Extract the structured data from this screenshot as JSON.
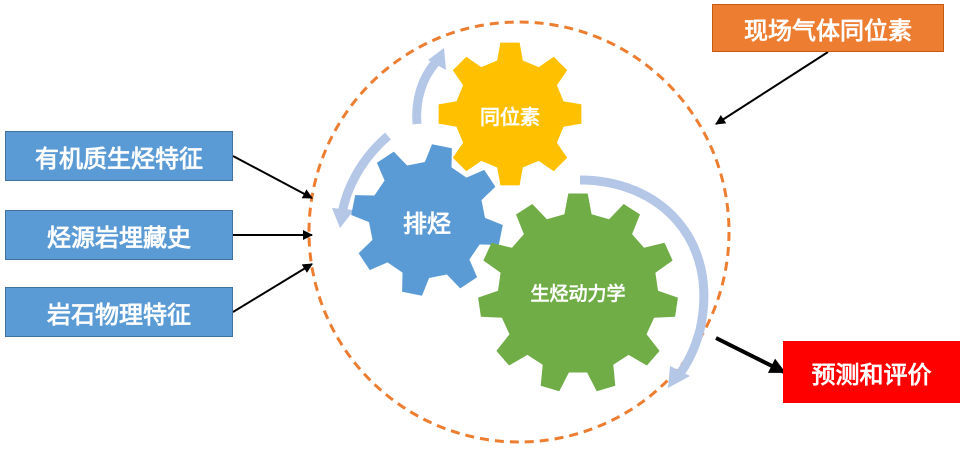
{
  "inputs": [
    {
      "label": "有机质生烃特征"
    },
    {
      "label": "烃源岩埋藏史"
    },
    {
      "label": "岩石物理特征"
    }
  ],
  "top_right": {
    "label": "现场气体同位素"
  },
  "output": {
    "label": "预测和评价"
  },
  "gears": {
    "isotope": {
      "label": "同位素",
      "color": "#ffc000"
    },
    "expulsion": {
      "label": "排烃",
      "color": "#5b9bd5"
    },
    "kinetics": {
      "label": "生烃动力学",
      "color": "#70ad47"
    }
  },
  "colors": {
    "circle": "#ed7d31",
    "cycle_arrow": "#b4c7e7",
    "connector": "#000000"
  }
}
